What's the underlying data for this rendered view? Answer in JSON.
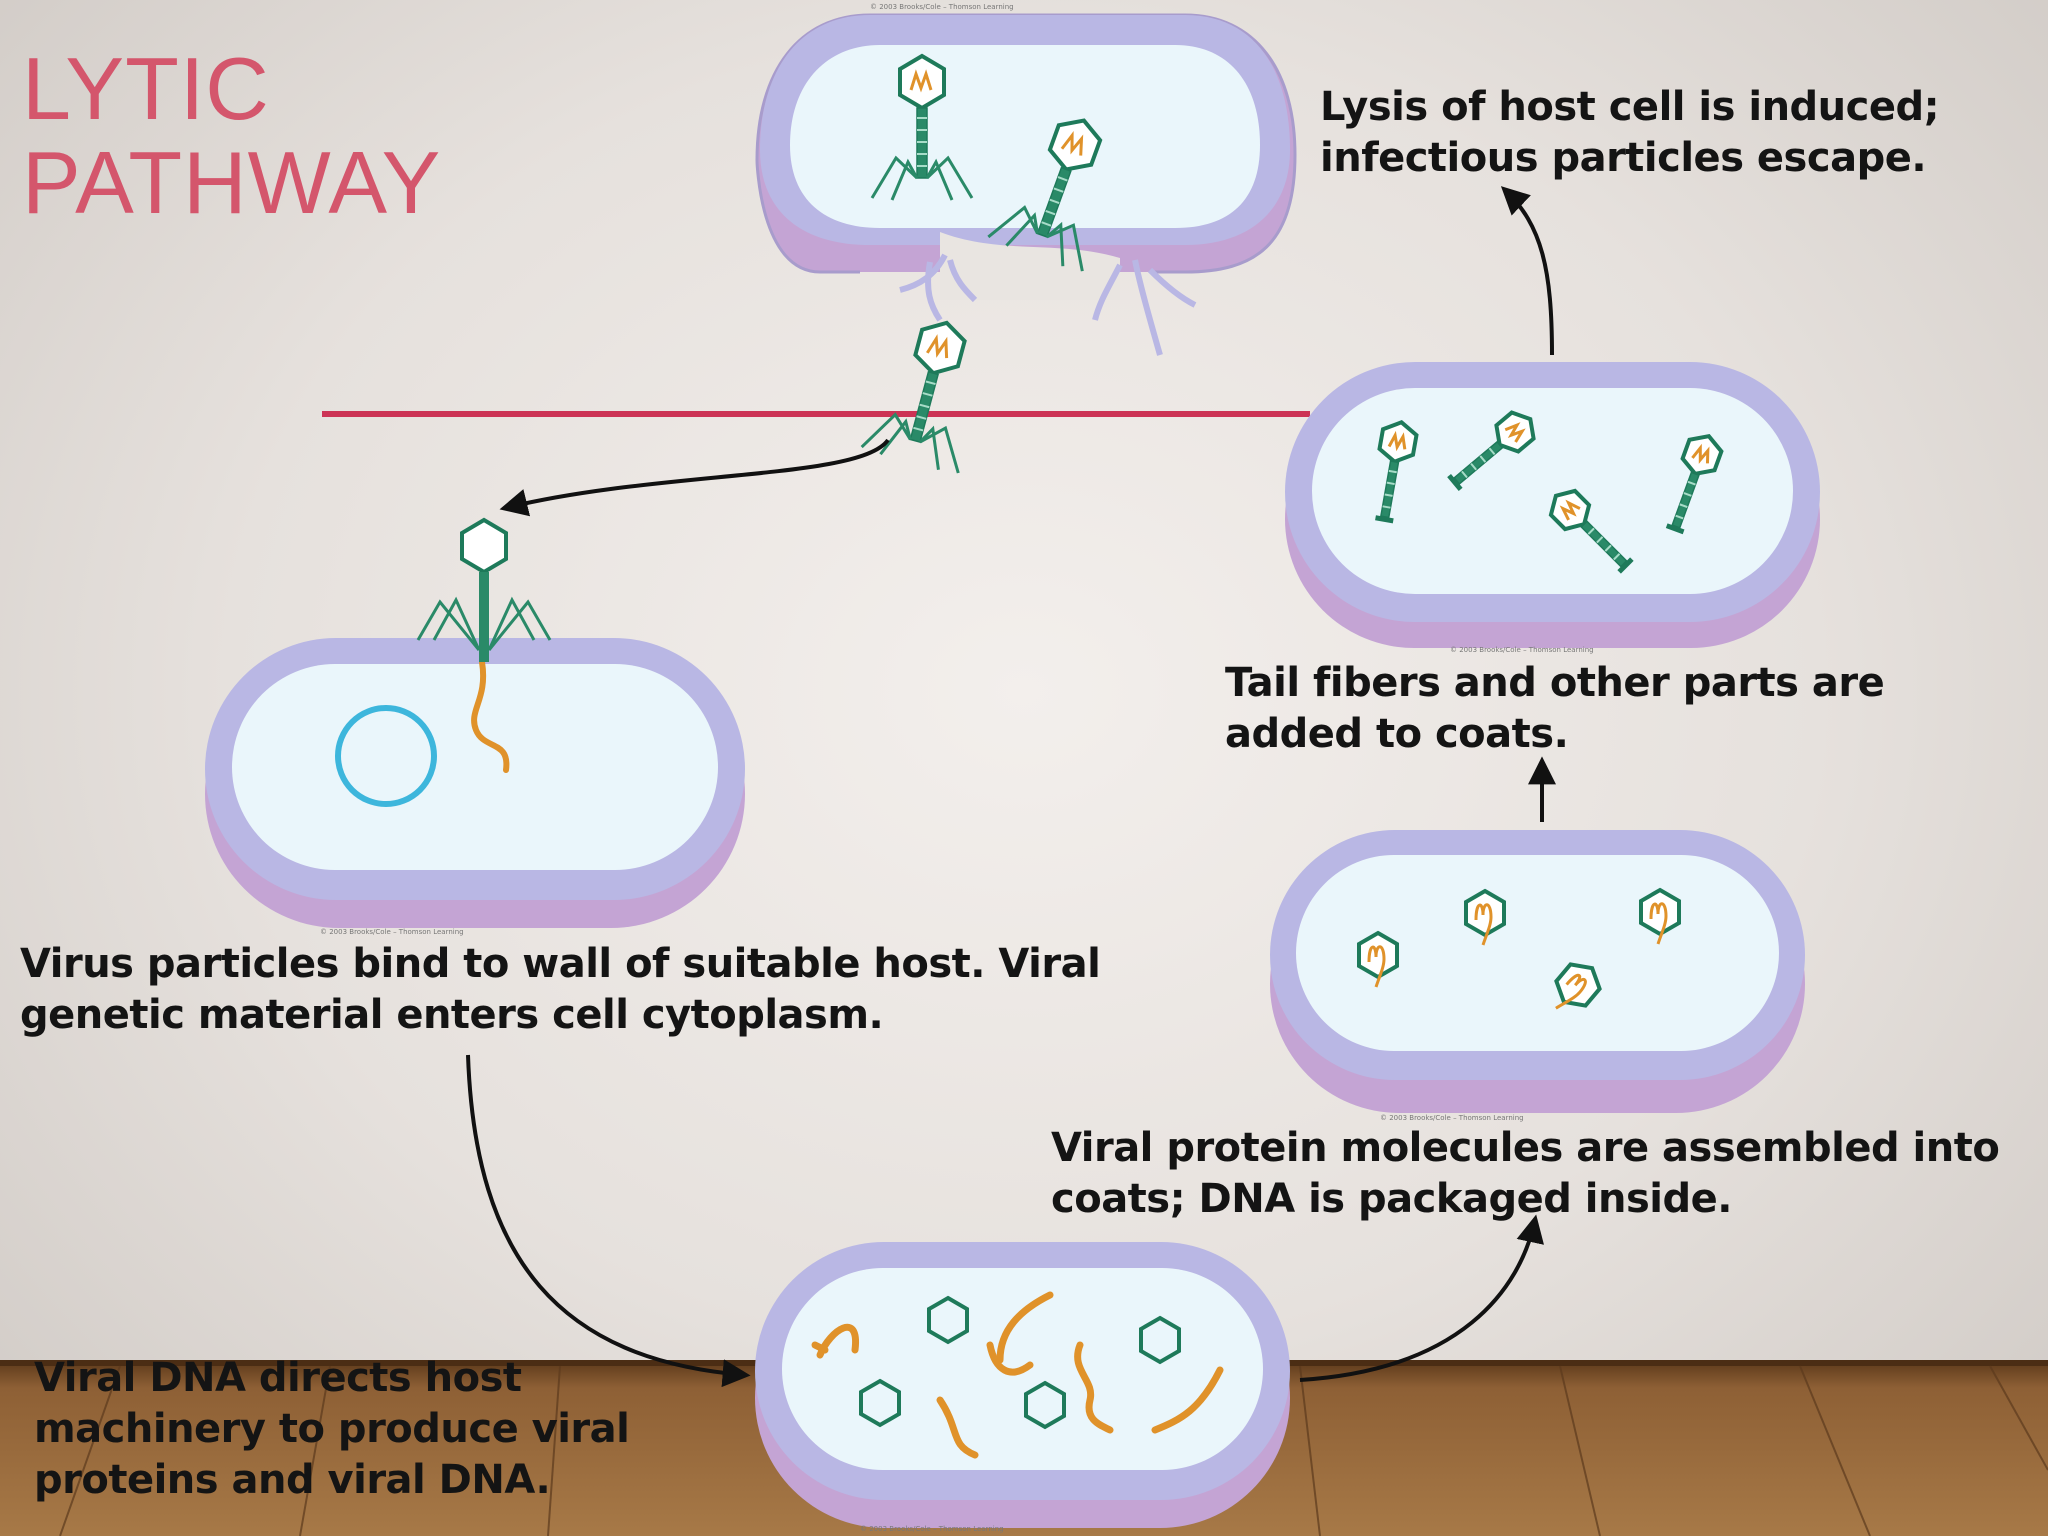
{
  "title": {
    "line1": "LYTIC",
    "line2": "PATHWAY",
    "color": "#d4566c"
  },
  "steps": [
    {
      "id": "attach",
      "line1": "Virus particles bind to wall of suitable host. Viral",
      "line2": "genetic material enters cell cytoplasm."
    },
    {
      "id": "replicate",
      "line1": "Viral DNA directs host",
      "line2": "machinery to produce viral",
      "line3": "proteins and viral DNA."
    },
    {
      "id": "assemble",
      "line1": "Viral protein molecules are assembled into",
      "line2": "coats; DNA is packaged inside."
    },
    {
      "id": "tails",
      "line1": "Tail fibers and other parts are",
      "line2": "added to coats."
    },
    {
      "id": "lysis",
      "line1": "Lysis of host cell is induced;",
      "line2": "infectious particles escape."
    }
  ],
  "credits": {
    "top": "© 2003 Brooks/Cole – Thomson Learning",
    "attach": "© 2003 Brooks/Cole – Thomson Learning",
    "tails": "© 2003 Brooks/Cole – Thomson Learning",
    "assemble": "© 2003 Brooks/Cole – Thomson Learning",
    "bottom": "© 2003 Brooks/Cole – Thomson Learning"
  },
  "colors": {
    "cell_membrane": "#b9b7e4",
    "cell_base": "#c4a4d4",
    "cytoplasm": "#eaf6fb",
    "virus_outline": "#1e7a5a",
    "viral_dna": "#e0922a",
    "host_dna": "#3db6dc",
    "divider_line": "#cc3355",
    "arrow": "#111111",
    "floor": "#8c6136"
  }
}
